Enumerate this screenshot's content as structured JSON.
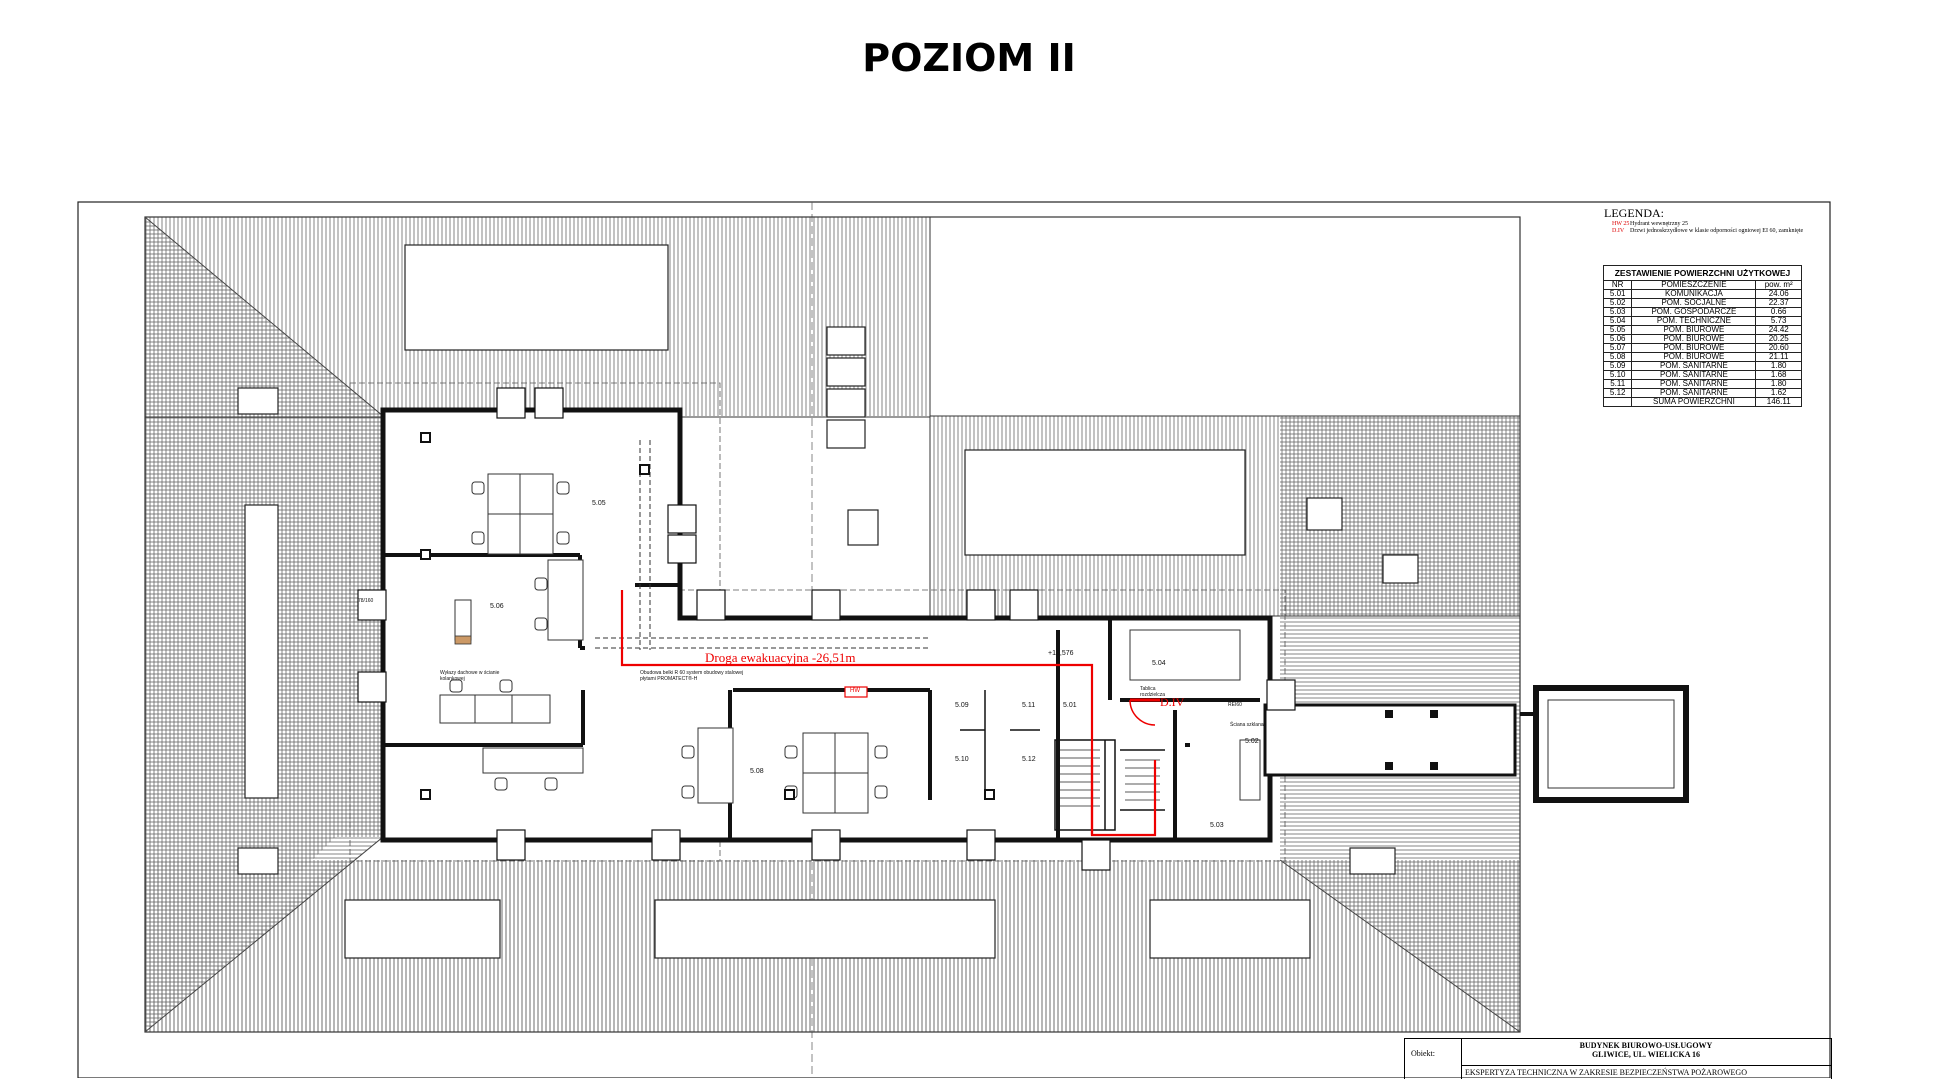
{
  "page_title": "POZIOM II",
  "legend": {
    "heading": "LEGENDA:",
    "items": [
      {
        "key": "HW 25",
        "text": "Hydrant wewnętrzny 25"
      },
      {
        "key": "D.IV",
        "text": "Drzwi jednoskrzydłowe w klasie odporności ogniowej EI 60, zamknięte"
      }
    ]
  },
  "area_table": {
    "title": "ZESTAWIENIE POWIERZCHNI UŻYTKOWEJ",
    "columns": [
      "NR",
      "POMIESZCZENIE",
      "pow. m²"
    ],
    "rows": [
      [
        "5.01",
        "KOMUNIKACJA",
        "24.06"
      ],
      [
        "5.02",
        "POM. SOCJALNE",
        "22.37"
      ],
      [
        "5.03",
        "POM. GOSPODARCZE",
        "0.66"
      ],
      [
        "5.04",
        "POM. TECHNICZNE",
        "5.73"
      ],
      [
        "5.05",
        "POM. BIUROWE",
        "24.42"
      ],
      [
        "5.06",
        "POM. BIUROWE",
        "20.25"
      ],
      [
        "5.07",
        "POM. BIUROWE",
        "20.60"
      ],
      [
        "5.08",
        "POM. BIUROWE",
        "21.11"
      ],
      [
        "5.09",
        "POM. SANITARNE",
        "1.80"
      ],
      [
        "5.10",
        "POM. SANITARNE",
        "1.68"
      ],
      [
        "5.11",
        "POM. SANITARNE",
        "1.80"
      ],
      [
        "5.12",
        "POM. SANITARNE",
        "1.62"
      ]
    ],
    "total_label": "SUMA POWIERZCHNI",
    "total_value": "146.11"
  },
  "title_block": {
    "label": "Obiekt:",
    "name_line1": "BUDYNEK BIUROWO-USŁUGOWY",
    "name_line2": "GLIWICE, UL. WIELICKA 16",
    "expertise": "EKSPERTYZA TECHNICZNA W ZAKRESIE BEZPIECZEŃSTWA POŻAROWEGO"
  },
  "room_labels": {
    "r505": "5.05",
    "r506": "5.06",
    "r508": "5.08",
    "r509": "5.09",
    "r510": "5.10",
    "r511": "5.11",
    "r512": "5.12",
    "r501": "5.01",
    "r504": "5.04",
    "r502": "5.02",
    "r503": "5.03"
  },
  "annotations": {
    "evacuation_route": "Droga ewakuacyjna -26,51m",
    "door_class": "D.IV",
    "level_mark": "+13,576",
    "hydrant": "HW",
    "note_beams": "Obudowa belki R 60 system obudowy stalowej płytami PROMATECT®-H",
    "note_skylight": "Wyłazy dachowe w ścianie kolankowej",
    "note_board": "Tablica rozdzielcza",
    "note_shaft": "Ściana szklana",
    "window_tag": "78/160",
    "door_rei": "REI60"
  },
  "colors": {
    "hatch": "#555555",
    "wall": "#111111",
    "evac": "#e00000"
  }
}
